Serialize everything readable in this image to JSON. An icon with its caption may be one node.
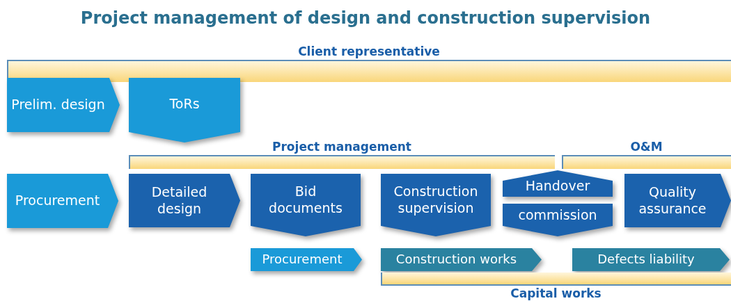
{
  "diagram": {
    "title": "Project management of design and construction supervision",
    "nodes": [
      {
        "text": [
          "Client representative"
        ]
      },
      {
        "text": [
          "Prelim. design"
        ]
      },
      {
        "text": [
          "ToRs"
        ]
      },
      {
        "text": [
          "Project management"
        ]
      },
      {
        "text": [
          "O&M"
        ]
      },
      {
        "text": [
          "Procurement"
        ]
      },
      {
        "text": [
          "Detailed design"
        ]
      },
      {
        "text": [
          "Bid documents"
        ]
      },
      {
        "text": [
          "Construction supervision"
        ]
      },
      {
        "text": [
          "Handover"
        ]
      },
      {
        "text": [
          "commission"
        ]
      },
      {
        "text": [
          "Quality assurance"
        ]
      },
      {
        "text": [
          "Procurement"
        ]
      },
      {
        "text": [
          "Construction works"
        ]
      },
      {
        "text": [
          "Defects liability"
        ]
      },
      {
        "text": [
          "Capital works"
        ]
      }
    ]
  }
}
